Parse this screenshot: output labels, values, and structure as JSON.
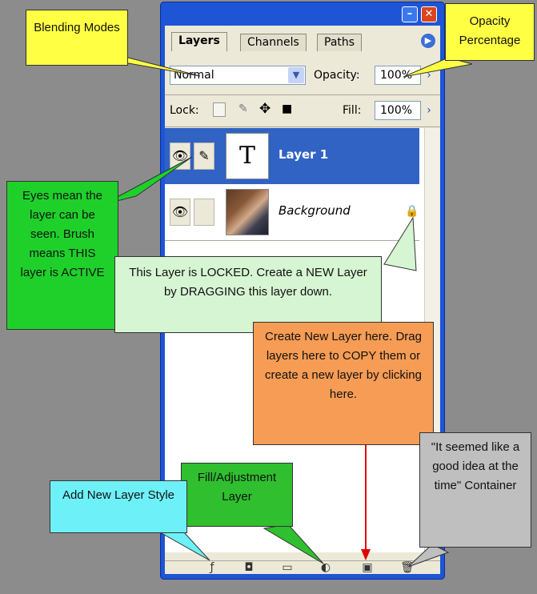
{
  "panel": {
    "tabs": [
      "Layers",
      "Channels",
      "Paths"
    ],
    "active_tab": "Layers",
    "blend_mode": "Normal",
    "opacity_label": "Opacity:",
    "opacity_value": "100%",
    "lock_label": "Lock:",
    "fill_label": "Fill:",
    "fill_value": "100%",
    "layers": [
      {
        "name": "Layer 1",
        "thumb_text": "T",
        "visible": true,
        "active": true
      },
      {
        "name": "Background",
        "visible": true,
        "locked": true
      }
    ]
  },
  "callouts": {
    "blending": "Blending Modes",
    "opacity": "Opacity Percentage",
    "eyes": "Eyes mean the layer can be seen. Brush means THIS layer is ACTIVE",
    "locked": "This Layer is LOCKED. Create a NEW Layer by DRAGGING this layer down.",
    "new_layer": "Create New Layer here. Drag layers here to COPY them or create a new layer by clicking here.",
    "trash": "\"It seemed like a good idea at the time\" Container",
    "fill_adjust": "Fill/Adjustment Layer",
    "layer_style": "Add New Layer Style"
  },
  "colors": {
    "panel_blue": "#1e55d6",
    "selection": "#3163c5"
  }
}
